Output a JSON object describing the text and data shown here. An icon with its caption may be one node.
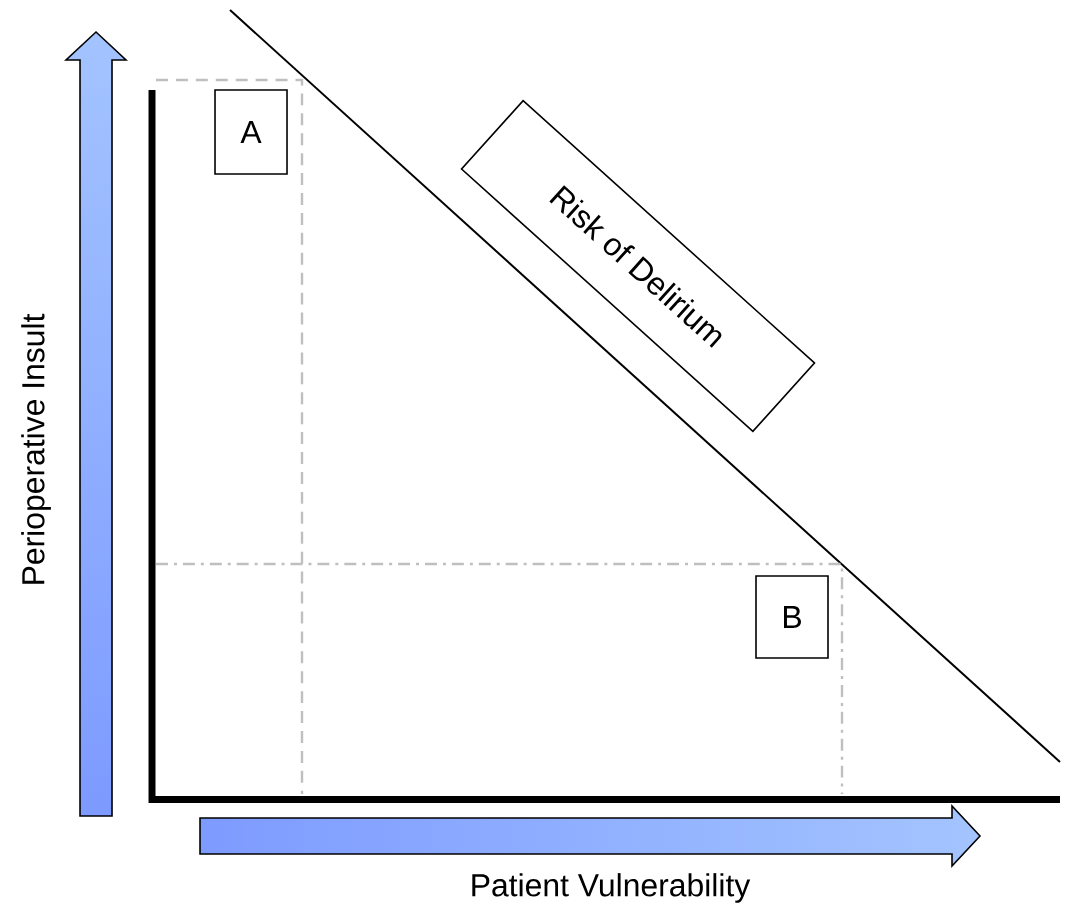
{
  "diagram": {
    "nodes": [
      {
        "text": [
          "A"
        ]
      },
      {
        "text": [
          "B"
        ]
      },
      {
        "text": [
          "Risk of Delirium"
        ]
      }
    ],
    "labels": [
      "Perioperative Insult",
      "Patient Vulnerability"
    ]
  }
}
